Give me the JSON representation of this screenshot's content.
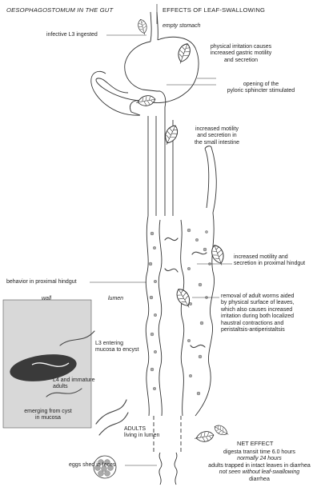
{
  "headers": {
    "left": "OESOPHAGOSTOMUM IN THE GUT",
    "right": "EFFECTS OF LEAF-SWALLOWING"
  },
  "labels": {
    "empty_stomach": "empty stomach",
    "infective": "infective L3 ingested",
    "irritation": [
      "physical irritation causes",
      "increased gastric motility",
      "and secretion"
    ],
    "pyloric": [
      "opening of the",
      "pyloric sphincter stimulated"
    ],
    "small_intestine": [
      "increased motility",
      "and secretion in",
      "the small intestine"
    ],
    "hindgut_motility": [
      "increased motility and",
      "secretion in proximal hindgut"
    ],
    "behavior": "behavior in proximal hindgut",
    "removal": [
      "removal of adult worms aided",
      "by physical surface of leaves,",
      "which also causes increased",
      "irritation during both localized",
      "haustral contractions and",
      "peristaltsis-antiperistaltsis"
    ],
    "wall": "wall",
    "lumen": "lumen",
    "l3_entering": [
      "L3 entering",
      "mucosa to encyst"
    ],
    "l4": [
      "L4 and immature",
      "adults"
    ],
    "emerging": [
      "emerging from cyst",
      "in mucosa"
    ],
    "adults": [
      "ADULTS",
      "living in lumen"
    ],
    "net_effect": "NET EFFECT",
    "net_lines": [
      "digesta transit time 6.0 hours",
      "normally 24 hours",
      "adults trapped in intact leaves in diarrhea",
      "not seen without leaf-swallowing",
      "diarrhea"
    ],
    "eggs": "eggs shed in feces"
  }
}
